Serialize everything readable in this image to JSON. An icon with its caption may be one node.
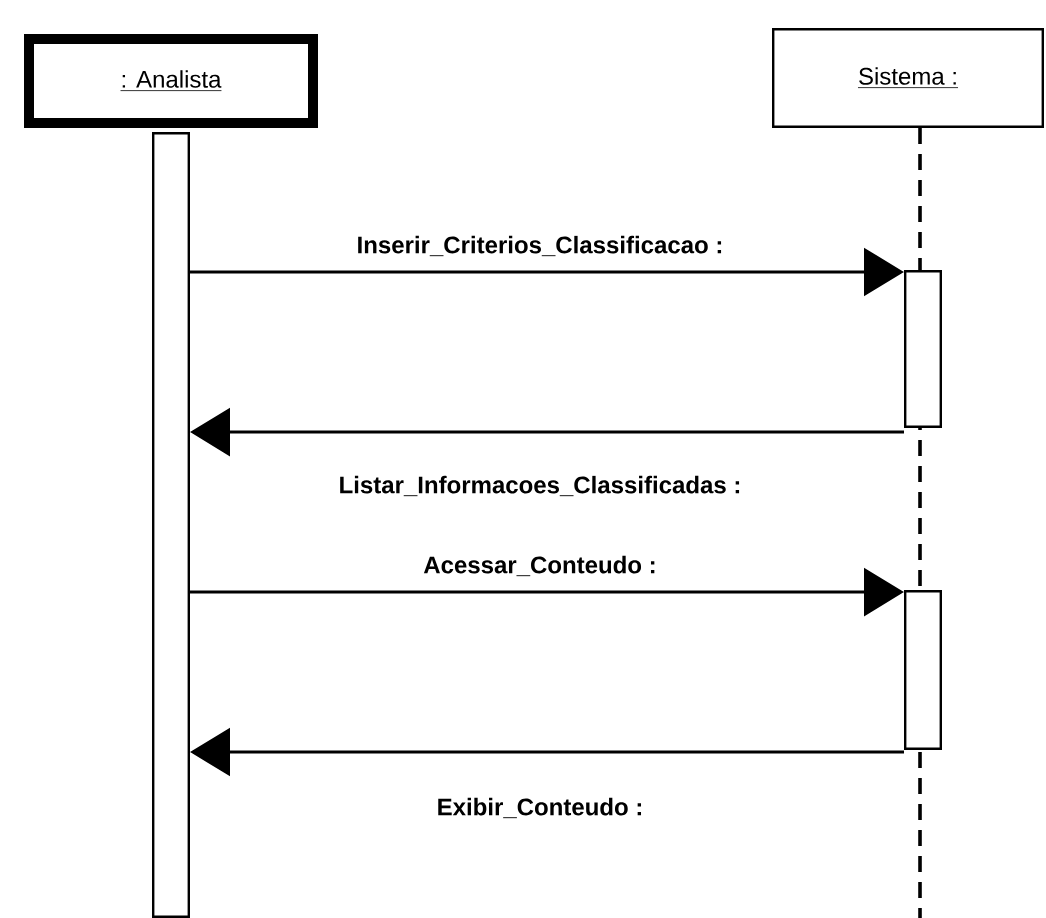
{
  "diagram": {
    "nodes": [
      {
        "text": [
          ": Analista"
        ]
      },
      {
        "text": [
          "Sistema :"
        ]
      },
      {
        "text": [],
        "shape": "bar"
      },
      {
        "text": [],
        "shape": "bar"
      },
      {
        "text": [],
        "shape": "bar"
      }
    ],
    "edges": [
      {
        "from": 2,
        "to": 3,
        "arrow": "to",
        "label": "Inserir_Criterios_Classificacao :"
      },
      {
        "from": 3,
        "to": 2,
        "arrow": "to",
        "label": "Listar_Informacoes_Classificadas :"
      },
      {
        "from": 2,
        "to": 4,
        "arrow": "to",
        "label": "Acessar_Conteudo :"
      },
      {
        "from": 4,
        "to": 2,
        "arrow": "to",
        "label": "Exibir_Conteudo :"
      }
    ]
  }
}
